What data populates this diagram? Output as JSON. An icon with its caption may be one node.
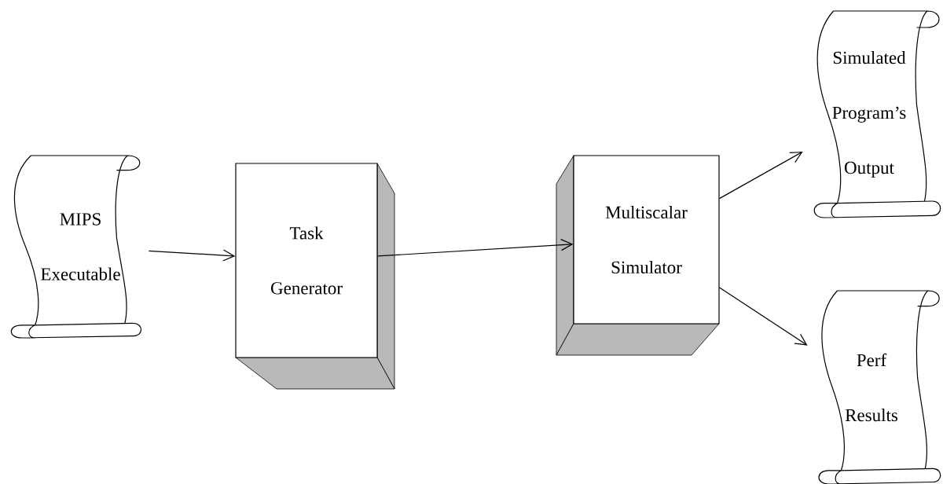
{
  "diagram": {
    "nodes": [
      {
        "text": [
          "MIPS Executable"
        ]
      },
      {
        "text": [
          "Task Generator"
        ]
      },
      {
        "text": [
          "Multiscalar Simulator"
        ]
      },
      {
        "text": [
          "Simulated Program’s Output"
        ]
      },
      {
        "text": [
          "Perf Results"
        ]
      }
    ],
    "edges": [
      {
        "from": 0,
        "to": 1,
        "arrow": "to"
      },
      {
        "from": 1,
        "to": 2,
        "arrow": "to"
      },
      {
        "from": 2,
        "to": 3,
        "arrow": "to"
      },
      {
        "from": 2,
        "to": 4,
        "arrow": "to"
      }
    ]
  }
}
